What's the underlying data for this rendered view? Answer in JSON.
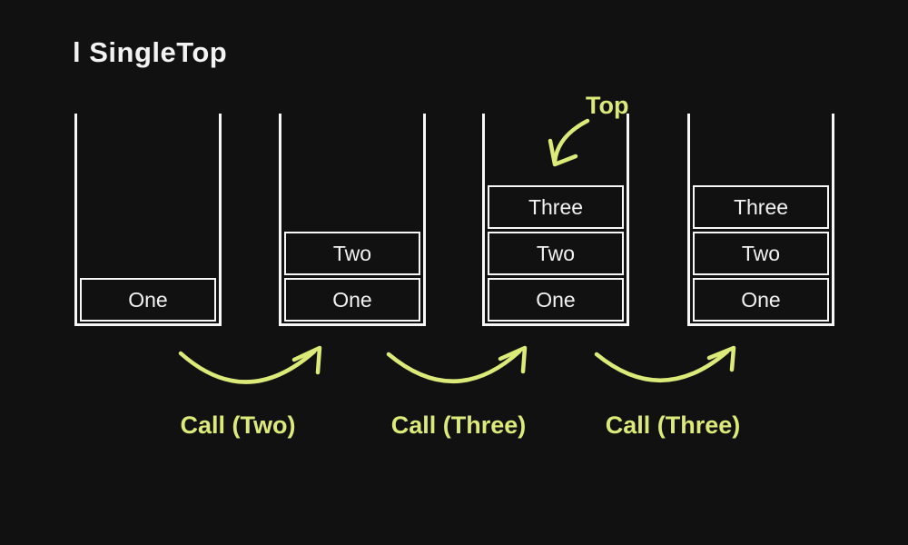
{
  "title": "l SingleTop",
  "colors": {
    "background": "#111111",
    "line": "#f7f7f7",
    "text": "#f2f2f2",
    "accent": "#dcea79"
  },
  "top_label": "Top",
  "stacks": [
    {
      "name": "stack-initial",
      "items": [
        "One"
      ]
    },
    {
      "name": "stack-after-call-two",
      "items": [
        "Two",
        "One"
      ]
    },
    {
      "name": "stack-after-call-three",
      "items": [
        "Three",
        "Two",
        "One"
      ]
    },
    {
      "name": "stack-after-call-three-again",
      "items": [
        "Three",
        "Two",
        "One"
      ]
    }
  ],
  "calls": [
    {
      "label": "Call (Two)"
    },
    {
      "label": "Call (Three)"
    },
    {
      "label": "Call (Three)"
    }
  ]
}
